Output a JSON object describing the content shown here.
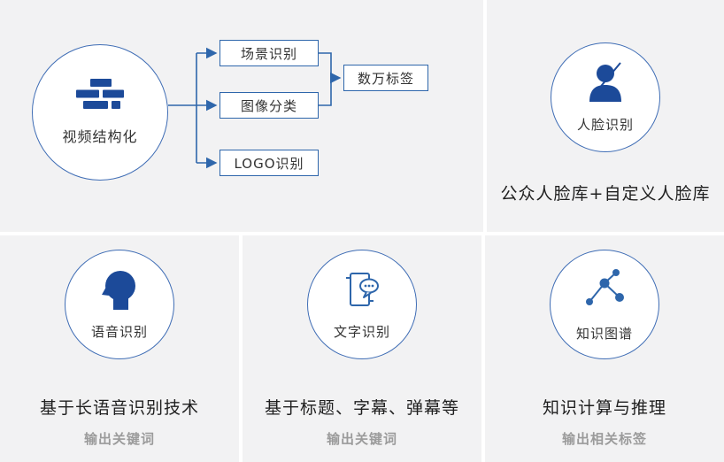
{
  "colors": {
    "panel_bg": "#f2f2f3",
    "circle_border": "#3f6db5",
    "line_blue": "#2e66ab",
    "icon_blue": "#1c4a99",
    "text_dark": "#1f1f1f",
    "text_gray": "#9b9b9b"
  },
  "video_panel": {
    "circle_label": "视频结构化",
    "branch_boxes": [
      "场景识别",
      "图像分类",
      "LOGO识别"
    ],
    "result_box": "数万标签"
  },
  "face_panel": {
    "circle_label": "人脸识别",
    "caption": "公众人脸库+自定义人脸库"
  },
  "speech_panel": {
    "circle_label": "语音识别",
    "caption": "基于长语音识别技术",
    "subcaption": "输出关键词"
  },
  "ocr_panel": {
    "circle_label": "文字识别",
    "caption": "基于标题、字幕、弹幕等",
    "subcaption": "输出关键词"
  },
  "kg_panel": {
    "circle_label": "知识图谱",
    "caption": "知识计算与推理",
    "subcaption": "输出相关标签"
  }
}
